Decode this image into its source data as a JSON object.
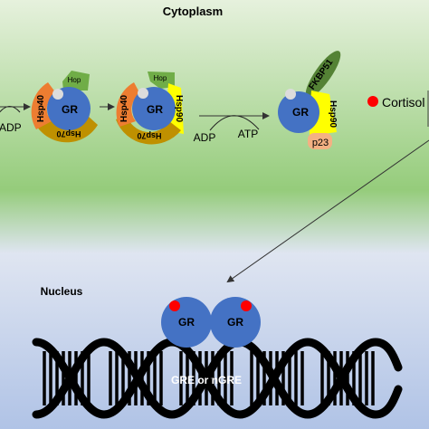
{
  "regions": {
    "cytoplasm_title": "Cytoplasm",
    "nucleus_title": "Nucleus"
  },
  "complex_1": {
    "gr": "GR",
    "hop": "Hop",
    "hsp40": "Hsp40",
    "hsp70": "Hsp70"
  },
  "complex_2": {
    "gr": "GR",
    "hop": "Hop",
    "hsp40": "Hsp40",
    "hsp70": "Hsp70",
    "hsp90": "Hsp90"
  },
  "complex_3": {
    "gr": "GR",
    "fkbp51": "FKBP51",
    "hsp90": "Hsp90",
    "p23": "p23"
  },
  "reactions": {
    "left_adp": "ADP",
    "adp": "ADP",
    "atp": "ATP"
  },
  "legend": {
    "cortisol": "Cortisol"
  },
  "nucleus": {
    "dimer_gr_left": "GR",
    "dimer_gr_right": "GR",
    "dna_label": "GRE or nGRE"
  },
  "colors": {
    "cytoplasm_top": "#e6f1dd",
    "cytoplasm_bottom": "#95cc7b",
    "nucleus_top": "#dfe5f1",
    "nucleus_bottom": "#b0c3e6",
    "gr_blue": "#4472c4",
    "hsp40_orange": "#ed7d31",
    "hsp70_olive": "#bf9000",
    "hsp90_yellow": "#ffff00",
    "hop_green": "#70ad47",
    "fkbp51_green": "#548235",
    "p23_salmon": "#f4b183",
    "cortisol_red": "#ff0000",
    "dna_black": "#000000"
  }
}
